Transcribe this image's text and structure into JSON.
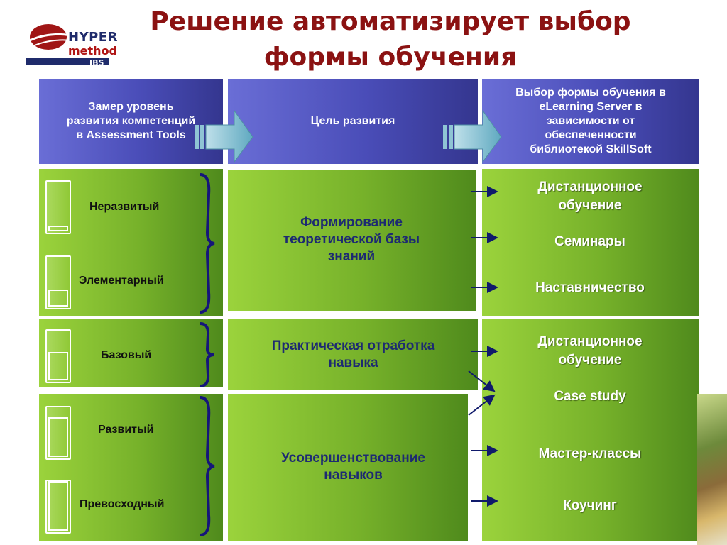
{
  "title": {
    "line1": "Решение автоматизирует выбор",
    "line2": "формы обучения"
  },
  "logo": {
    "word1": "HYPER",
    "word2": "method",
    "word3": "IBS"
  },
  "header": {
    "col1": "Замер уровень\nразвития компетенций\nв Assessment Tools",
    "col2": "Цель развития",
    "col3": "Выбор формы обучения в\neLearning Server в\nзависимости от\nобеспеченности\nбиблиотекой SkillSoft"
  },
  "levels": [
    "Неразвитый",
    "Элементарный",
    "Базовый",
    "Развитый",
    "Превосходный"
  ],
  "goals": [
    "Формирование\nтеоретической базы\nзнаний",
    "Практическая отработка\nнавыка",
    "Усовершенствование\nнавыков"
  ],
  "forms": [
    "Дистанционное\nобучение",
    "Семинары",
    "Наставничество",
    "Дистанционное\nобучение",
    "Case study",
    "Мастер-классы",
    "Коучинг"
  ],
  "colors": {
    "title": "#8b1212",
    "header_blue": "#4a4db8",
    "cell_green": "#76b12a",
    "goal_text": "#1d2a72",
    "connector": "#101a6b"
  },
  "icons": {
    "big_arrow": "arrow-right-icon",
    "brace": "curly-brace-icon",
    "level": "level-gauge-icon",
    "small_arrow": "small-arrow-icon"
  }
}
